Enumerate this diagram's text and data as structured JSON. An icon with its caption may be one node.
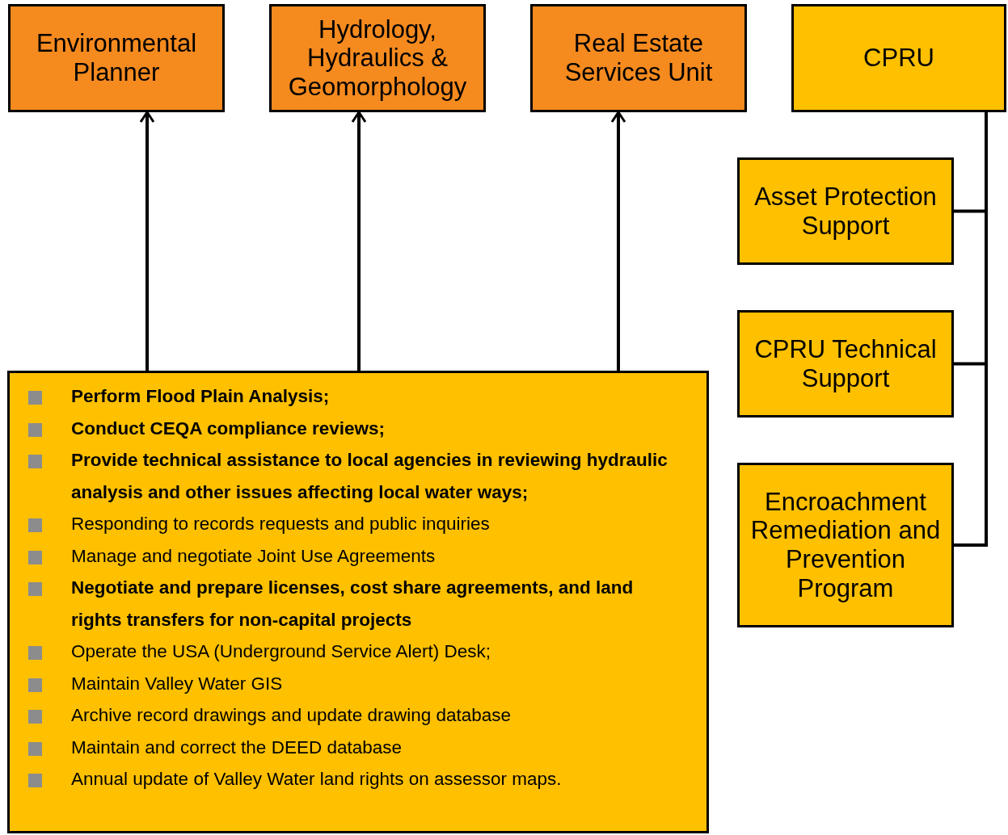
{
  "diagram": {
    "nodes": [
      {
        "text": [
          "Environmental Planner"
        ]
      },
      {
        "text": [
          "Hydrology, Hydraulics & Geomorphology"
        ]
      },
      {
        "text": [
          "Real Estate Services Unit"
        ]
      },
      {
        "text": [
          "CPRU"
        ]
      },
      {
        "text": [
          "Asset Protection Support"
        ]
      },
      {
        "text": [
          "CPRU Technical Support"
        ]
      },
      {
        "text": [
          "Encroachment Remediation and Prevention Program"
        ]
      },
      {
        "text": [
          "Perform Flood Plain Analysis;",
          "Conduct CEQA compliance reviews;",
          "Provide technical assistance to local agencies in reviewing hydraulic analysis and other issues affecting local water ways;",
          "Responding to records requests and public inquiries",
          "Manage and negotiate Joint Use Agreements",
          "Negotiate and prepare licenses, cost share agreements, and land rights transfers for non-capital projects",
          "Operate the USA (Underground Service Alert) Desk;",
          "Maintain Valley Water GIS",
          "Archive record drawings and update drawing database",
          "Maintain and correct the DEED database",
          "Annual update of Valley Water land rights on assessor maps."
        ]
      }
    ],
    "edges": [
      {
        "from": 7,
        "to": 0,
        "arrow": "to"
      },
      {
        "from": 7,
        "to": 1,
        "arrow": "to"
      },
      {
        "from": 7,
        "to": 2,
        "arrow": "to"
      },
      {
        "from": 3,
        "to": 4,
        "arrow": "none"
      },
      {
        "from": 3,
        "to": 5,
        "arrow": "none"
      },
      {
        "from": 3,
        "to": 6,
        "arrow": "none"
      }
    ]
  }
}
